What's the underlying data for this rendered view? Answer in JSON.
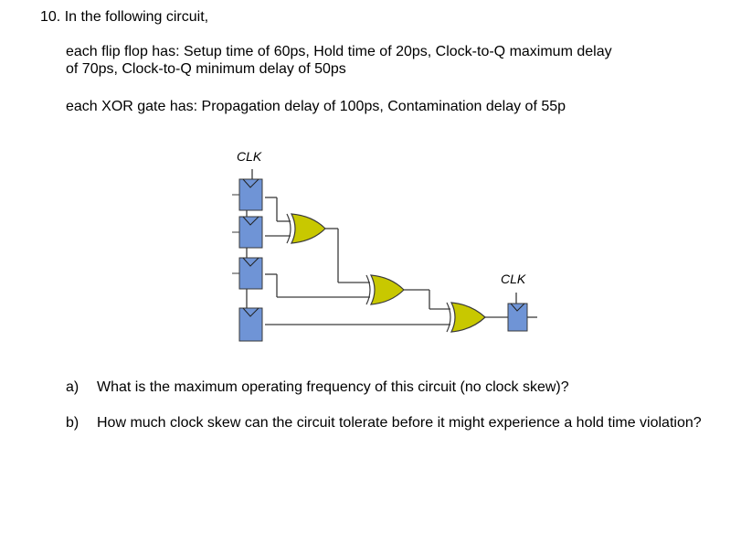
{
  "question": {
    "number": "10. In the following circuit,",
    "flipflop_line1": "each flip flop has: Setup time of 60ps, Hold time of 20ps,   Clock-to-Q maximum delay",
    "flipflop_line2": "of 70ps, Clock-to-Q minimum delay of 50ps",
    "xor_line": "each XOR gate has: Propagation delay of 100ps, Contamination delay of 55p"
  },
  "circuit": {
    "clk_label_top": "CLK",
    "clk_label_right": "CLK",
    "flipflop_count_left": 4,
    "xor_gate_count": 3,
    "colors": {
      "flipflop_fill": "#6f94d6",
      "xor_fill": "#c8c800",
      "wire": "#3a3a3a"
    }
  },
  "parts": [
    {
      "label": "a)",
      "text": "What is the maximum operating frequency of this circuit (no clock skew)?"
    },
    {
      "label": "b)",
      "text": "How much clock skew can the circuit tolerate before it might experience a hold time violation?"
    }
  ]
}
